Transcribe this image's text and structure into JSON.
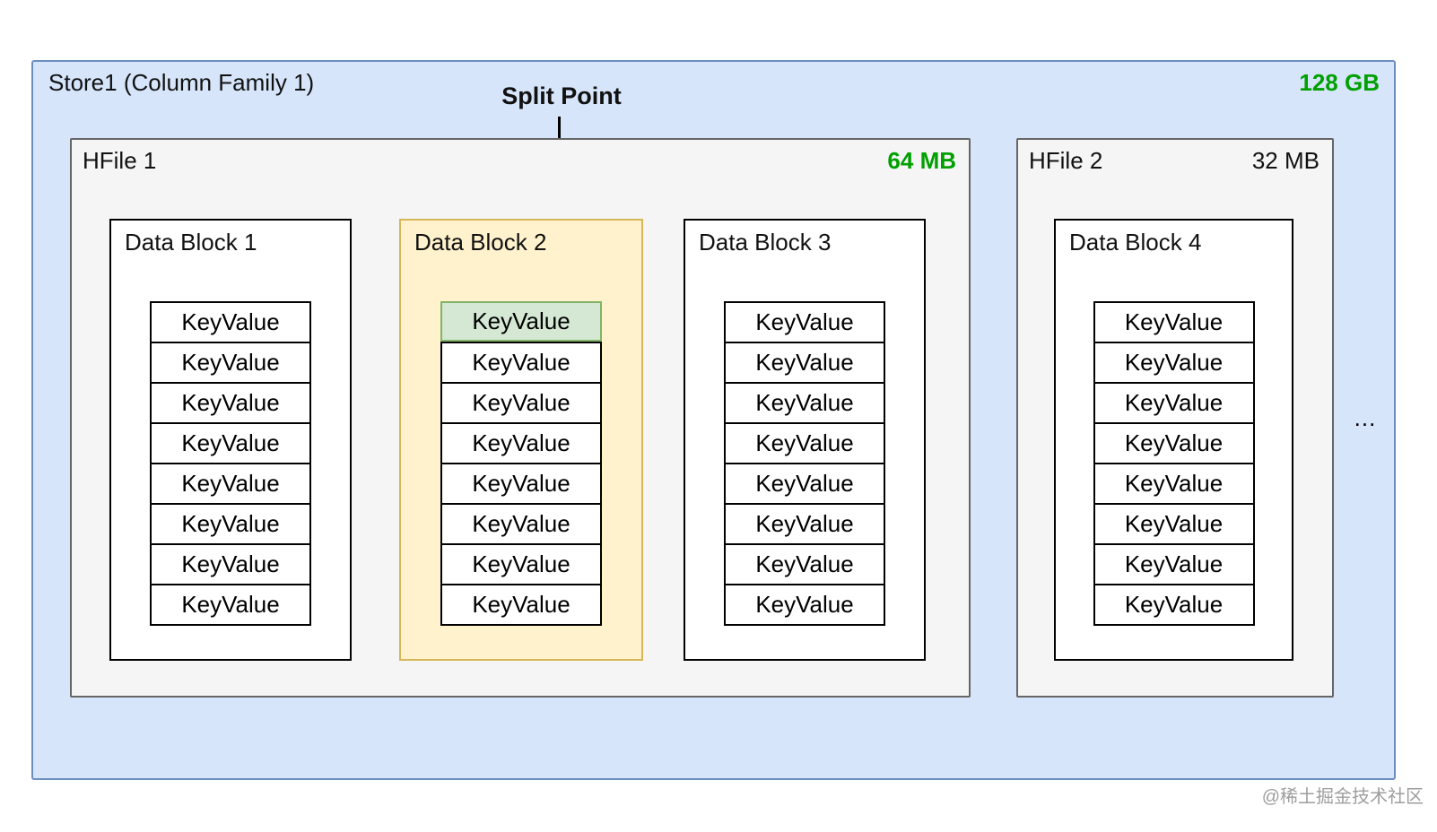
{
  "diagram": {
    "store": {
      "title": "Store1 (Column Family 1)",
      "size": "128 GB"
    },
    "split_point_label": "Split Point",
    "hfiles": [
      {
        "name": "HFile 1",
        "size": "64 MB"
      },
      {
        "name": "HFile 2",
        "size": "32 MB"
      }
    ],
    "data_blocks": [
      {
        "title": "Data Block 1",
        "highlighted": false,
        "highlighted_row": null,
        "rows": [
          "KeyValue",
          "KeyValue",
          "KeyValue",
          "KeyValue",
          "KeyValue",
          "KeyValue",
          "KeyValue",
          "KeyValue"
        ]
      },
      {
        "title": "Data Block 2",
        "highlighted": true,
        "highlighted_row": 0,
        "rows": [
          "KeyValue",
          "KeyValue",
          "KeyValue",
          "KeyValue",
          "KeyValue",
          "KeyValue",
          "KeyValue",
          "KeyValue"
        ]
      },
      {
        "title": "Data Block 3",
        "highlighted": false,
        "highlighted_row": null,
        "rows": [
          "KeyValue",
          "KeyValue",
          "KeyValue",
          "KeyValue",
          "KeyValue",
          "KeyValue",
          "KeyValue",
          "KeyValue"
        ]
      },
      {
        "title": "Data Block 4",
        "highlighted": false,
        "highlighted_row": null,
        "rows": [
          "KeyValue",
          "KeyValue",
          "KeyValue",
          "KeyValue",
          "KeyValue",
          "KeyValue",
          "KeyValue",
          "KeyValue"
        ]
      }
    ],
    "ellipsis": "...",
    "watermark": "@稀土掘金技术社区",
    "colors": {
      "store_fill": "#d6e5fa",
      "store_border": "#6c8ebf",
      "hfile_fill": "#f5f5f5",
      "hfile_border": "#666666",
      "block_fill": "#ffffff",
      "block_border": "#000000",
      "highlight_block_fill": "#fff2cc",
      "highlight_block_border": "#d6b656",
      "highlight_row_fill": "#d5e8d4",
      "highlight_row_border": "#82b366",
      "size_green": "#00a000",
      "watermark_gray": "#9e9e9e"
    }
  }
}
